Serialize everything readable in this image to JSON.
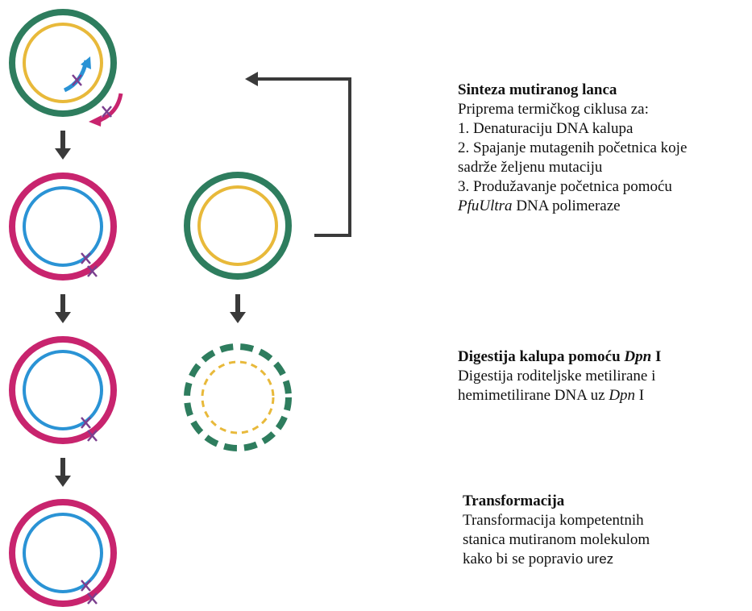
{
  "colors": {
    "template_outer": "#2e7d5e",
    "template_inner": "#e8b93a",
    "mutant_outer": "#c8246e",
    "mutant_inner": "#2a93d5",
    "mutation_mark": "#7b3e8e",
    "arrow": "#3a3a3a"
  },
  "icons": {
    "mutation_mark": "cross-mark-icon",
    "flow_arrow": "down-arrow-icon",
    "cycle_arrow": "left-arrow-icon"
  },
  "synthesis": {
    "heading": "Sinteza mutiranog lanca",
    "line1": "Priprema termičkog ciklusa za:",
    "line2": "1. Denaturaciju DNA kalupa",
    "line3a": "2. Spajanje mutagenih početnica koje",
    "line3b": "sadrže željenu mutaciju",
    "line4": "3. Produžavanje početnica pomoću",
    "enzyme_name": "PfuUltra",
    "enzyme_rest": " DNA polimeraze"
  },
  "digestion": {
    "heading_pre": "Digestija kalupa pomoću ",
    "heading_enzyme": "Dpn",
    "heading_post": " I",
    "line1": "Digestija roditeljske metilirane i",
    "line2_pre": "hemimetilirane DNA uz ",
    "line2_enzyme": "Dpn",
    "line2_post": " I"
  },
  "transformation": {
    "heading": "Transformacija",
    "line1": "Transformacija kompetentnih",
    "line2": "stanica mutiranom molekulom",
    "line3_pre": "kako bi se popravio ",
    "line3_word": "urez"
  }
}
